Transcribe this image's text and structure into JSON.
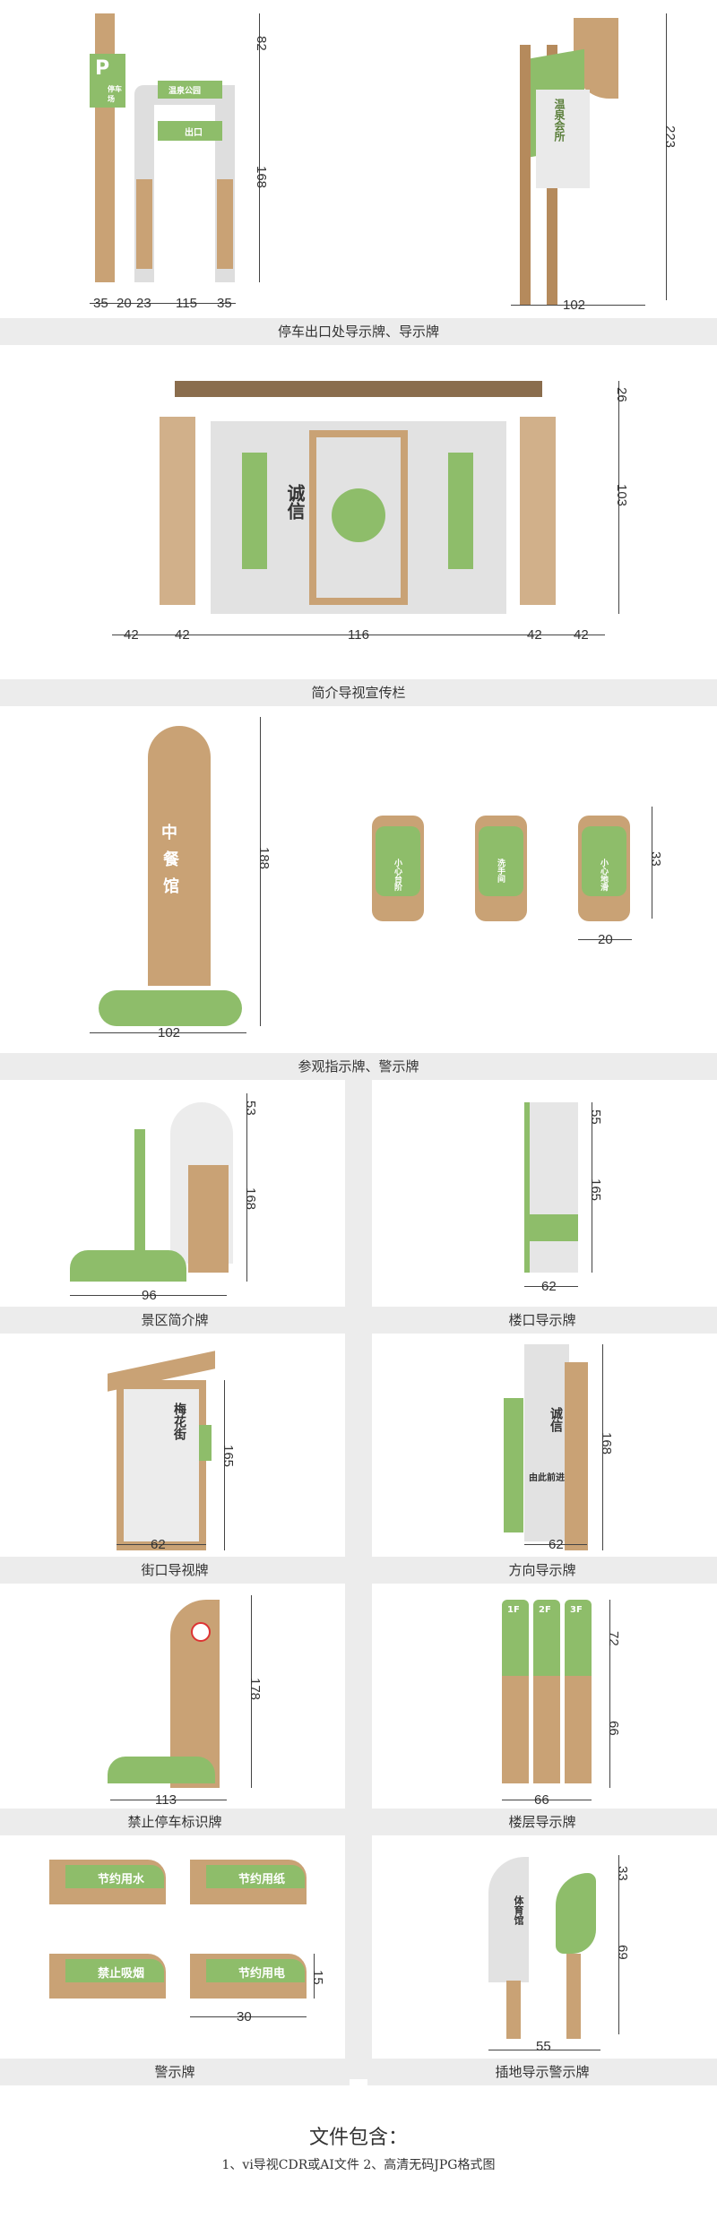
{
  "sections": {
    "s1": {
      "caption": "停车出口处导示牌、导示牌",
      "dims": [
        "82",
        "168",
        "35",
        "20",
        "23",
        "115",
        "35",
        "223",
        "102"
      ],
      "signs": [
        "P",
        "停车场",
        "出口",
        "温泉公园",
        " 温泉会所"
      ]
    },
    "s2": {
      "caption": "简介导视宣传栏",
      "dims": [
        "26",
        "103",
        "42",
        "42",
        "116",
        "42",
        "42"
      ],
      "signs": [
        "诚信"
      ]
    },
    "s3": {
      "caption": "参观指示牌、警示牌",
      "dims": [
        "188",
        "102",
        "33",
        "20"
      ],
      "signs": [
        "中",
        "餐",
        "馆",
        "小心台阶",
        "洗手间",
        "小心地滑"
      ]
    },
    "s4": {
      "caption": "景区简介牌",
      "dims": [
        "53",
        "168",
        "96"
      ]
    },
    "s5": {
      "caption": "楼口导示牌",
      "dims": [
        "55",
        "165",
        "62"
      ]
    },
    "s6": {
      "caption": "街口导视牌",
      "dims": [
        "165",
        "62"
      ],
      "signs": [
        "梅花街"
      ]
    },
    "s7": {
      "caption": "方向导示牌",
      "dims": [
        "168",
        "62"
      ],
      "signs": [
        "诚信",
        "由此前进"
      ]
    },
    "s8": {
      "caption": "禁止停车标识牌",
      "dims": [
        "178",
        "113"
      ]
    },
    "s9": {
      "caption": "楼层导示牌",
      "dims": [
        "72",
        "66",
        "66"
      ],
      "signs": [
        "1F",
        "2F",
        "3F"
      ]
    },
    "s10": {
      "caption": "警示牌",
      "dims": [
        "15",
        "30"
      ],
      "signs": [
        "节约用水",
        "节约用纸",
        "禁止吸烟",
        "节约用电"
      ]
    },
    "s11": {
      "caption": "插地导示警示牌",
      "dims": [
        "33",
        "69",
        "55"
      ],
      "signs": [
        "体育馆"
      ]
    }
  },
  "footer": {
    "title": "文件包含：",
    "sub": "1、vi导视CDR或AI文件   2、高清无码JPG格式图"
  }
}
